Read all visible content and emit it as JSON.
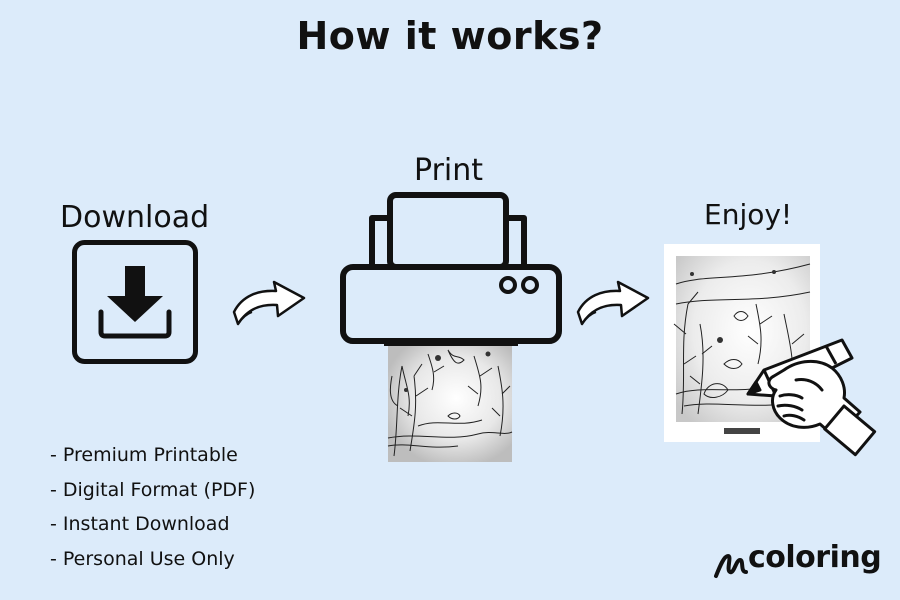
{
  "title": "How it works?",
  "steps": {
    "download": "Download",
    "print": "Print",
    "enjoy": "Enjoy!"
  },
  "features": [
    "- Premium Printable",
    "- Digital Format (PDF)",
    "- Instant Download",
    "- Personal Use Only"
  ],
  "brand": {
    "name": "coloring"
  },
  "colors": {
    "background": "#dcebfa",
    "ink": "#111111"
  },
  "icons": [
    "download-icon",
    "arrow-icon",
    "printer-icon",
    "coloring-page-image",
    "hand-pencil-icon",
    "brand-logo"
  ]
}
